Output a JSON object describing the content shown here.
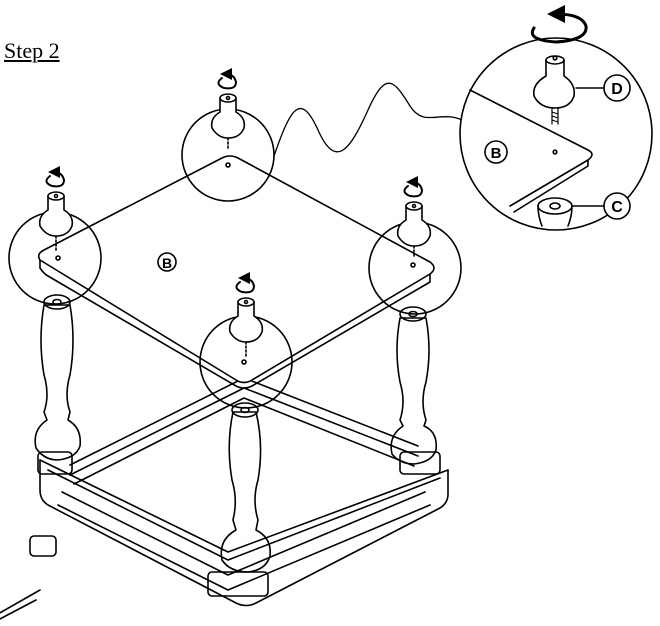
{
  "step_title": "Step 2",
  "labels": {
    "tabletop": "B",
    "detail_tabletop": "B",
    "detail_part_d": "D",
    "detail_part_c": "C"
  },
  "colors": {
    "ink": "#000000",
    "paper": "#ffffff"
  },
  "icons": [
    "rotate-arrow-icon",
    "rotate-arrow-large-icon"
  ]
}
